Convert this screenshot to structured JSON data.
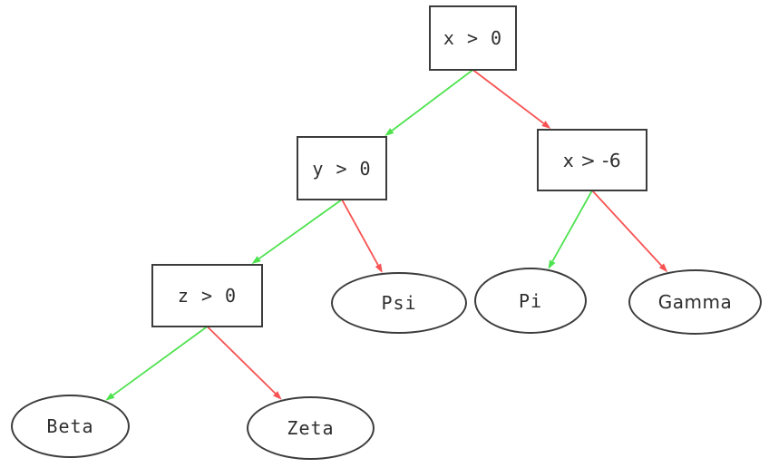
{
  "diagram": {
    "type": "decision-tree",
    "background": "#ffffff",
    "node_border_color": "#3c3c3c",
    "text_color": "#2e2e2e",
    "branch_colors": {
      "left_true": "#4ee24e",
      "right_false": "#f85252"
    },
    "nodes": [
      {
        "id": "root",
        "label": "x > 0",
        "shape": "rect"
      },
      {
        "id": "y0",
        "label": "y > 0",
        "shape": "rect"
      },
      {
        "id": "xn6",
        "label": "x > -6",
        "shape": "rect"
      },
      {
        "id": "z0",
        "label": "z > 0",
        "shape": "rect"
      },
      {
        "id": "psi",
        "label": "Psi",
        "shape": "ellipse"
      },
      {
        "id": "pi",
        "label": "Pi",
        "shape": "ellipse"
      },
      {
        "id": "gamma",
        "label": "Gamma",
        "shape": "ellipse"
      },
      {
        "id": "beta",
        "label": "Beta",
        "shape": "ellipse"
      },
      {
        "id": "zeta",
        "label": "Zeta",
        "shape": "ellipse"
      }
    ],
    "edges": [
      {
        "from": "root",
        "to": "y0",
        "branch": "left_true"
      },
      {
        "from": "root",
        "to": "xn6",
        "branch": "right_false"
      },
      {
        "from": "y0",
        "to": "z0",
        "branch": "left_true"
      },
      {
        "from": "y0",
        "to": "psi",
        "branch": "right_false"
      },
      {
        "from": "xn6",
        "to": "pi",
        "branch": "left_true"
      },
      {
        "from": "xn6",
        "to": "gamma",
        "branch": "right_false"
      },
      {
        "from": "z0",
        "to": "beta",
        "branch": "left_true"
      },
      {
        "from": "z0",
        "to": "zeta",
        "branch": "right_false"
      }
    ]
  }
}
